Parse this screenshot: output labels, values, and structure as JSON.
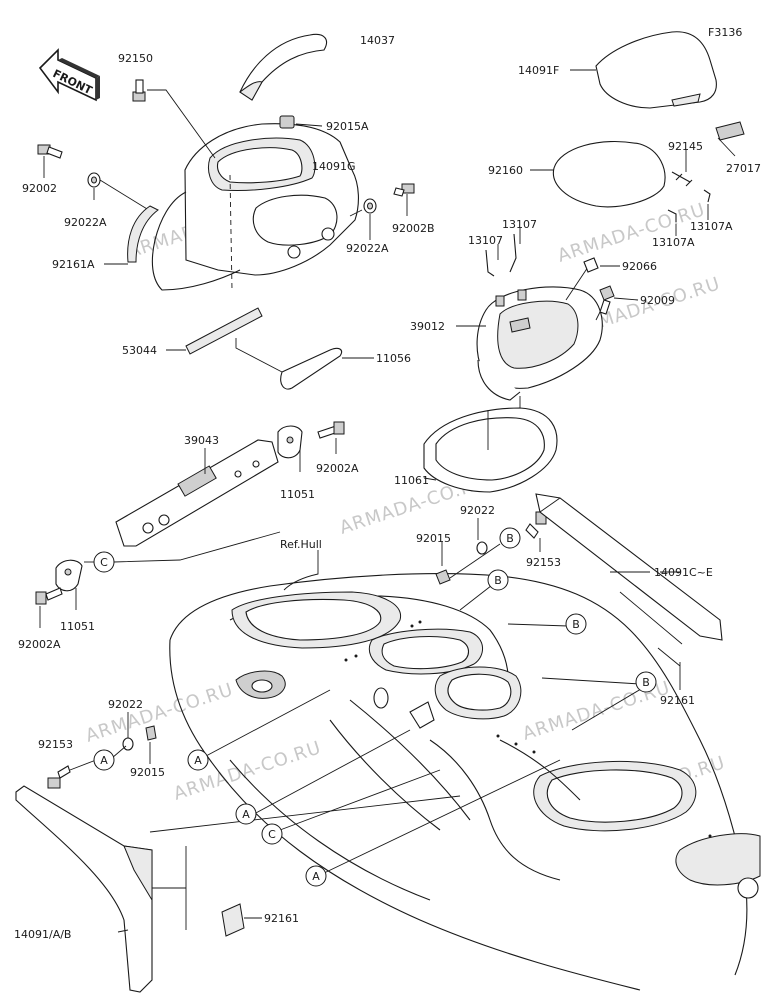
{
  "figure_code": "F3136",
  "front_label": "FRONT",
  "ref_hull": "Ref.Hull",
  "watermark": "ARMADA-CO.RU",
  "parts": {
    "p14037": "14037",
    "p92150": "92150",
    "p92015A": "92015A",
    "p14091G": "14091G",
    "p92002": "92002",
    "p92022A_1": "92022A",
    "p92022A_2": "92022A",
    "p92002B": "92002B",
    "p92161A": "92161A",
    "p53044": "53044",
    "p11056": "11056",
    "p14091F": "14091F",
    "p92145": "92145",
    "p27017": "27017",
    "p92160": "92160",
    "p13107_1": "13107",
    "p13107_2": "13107",
    "p13107A_1": "13107A",
    "p13107A_2": "13107A",
    "p92066": "92066",
    "p92009": "92009",
    "p39012": "39012",
    "p11061": "11061",
    "p39043": "39043",
    "p11051_1": "11051",
    "p11051_2": "11051",
    "p92002A_1": "92002A",
    "p92002A_2": "92002A",
    "p92022": "92022",
    "p92015": "92015",
    "p92153": "92153",
    "p14091CE": "14091C~E",
    "p92161_1": "92161",
    "p92022_b": "92022",
    "p92153_b": "92153",
    "p92015_b": "92015",
    "p14091AB": "14091/A/B",
    "p92161_2": "92161"
  },
  "callouts": {
    "A": "A",
    "B": "B",
    "C": "C"
  }
}
